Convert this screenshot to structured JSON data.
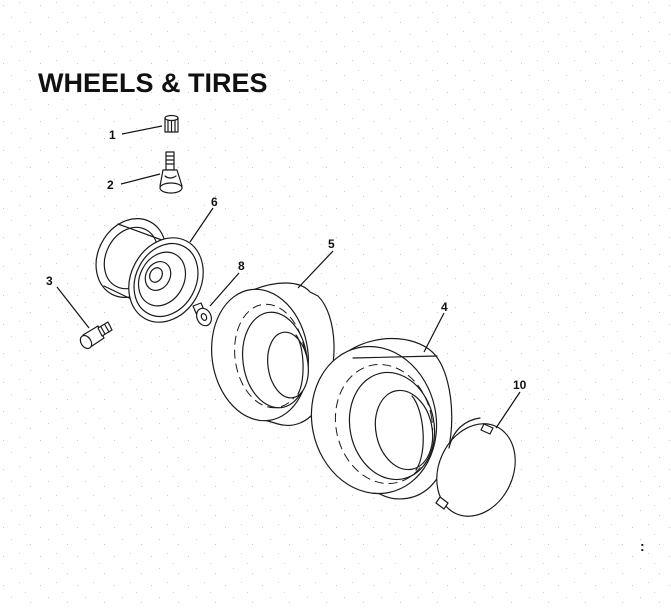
{
  "title": "WHEELS & TIRES",
  "parts": [
    {
      "id": "1",
      "label": "1",
      "icon": "valve-cap-icon"
    },
    {
      "id": "2",
      "label": "2",
      "icon": "valve-stem-icon"
    },
    {
      "id": "3",
      "label": "3",
      "icon": "grease-fitting-icon"
    },
    {
      "id": "4",
      "label": "4",
      "icon": "rear-tire-icon"
    },
    {
      "id": "5",
      "label": "5",
      "icon": "front-tire-icon"
    },
    {
      "id": "6",
      "label": "6",
      "icon": "wheel-rim-icon"
    },
    {
      "id": "8",
      "label": "8",
      "icon": "bushing-icon"
    },
    {
      "id": "10",
      "label": "10",
      "icon": "hub-cap-icon"
    }
  ],
  "edge_mark": ":"
}
